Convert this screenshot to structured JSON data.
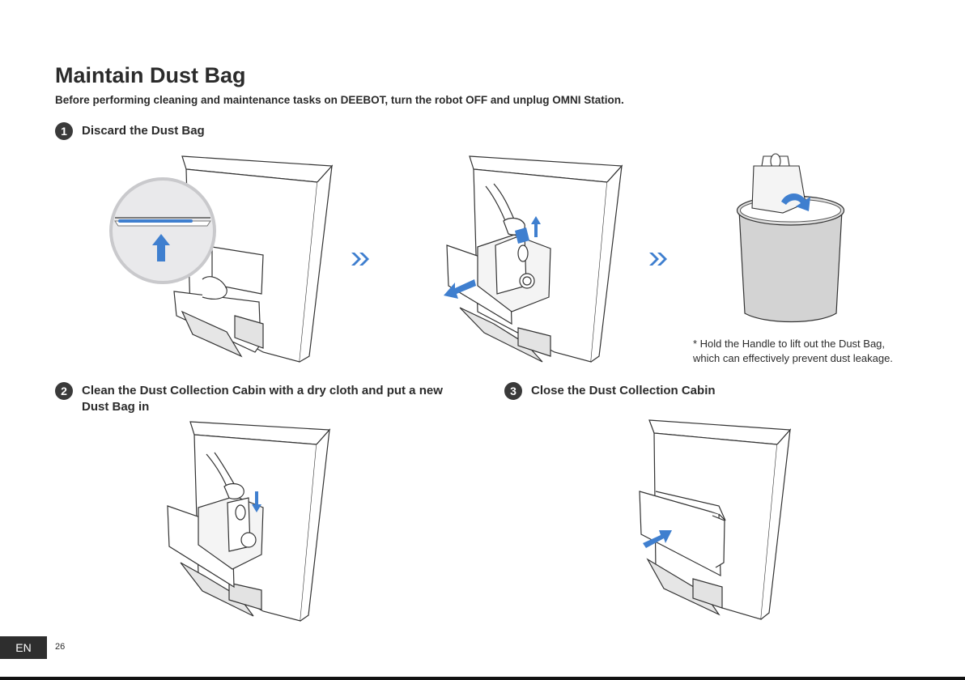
{
  "page": {
    "title": "Maintain Dust Bag",
    "subtitle": "Before performing cleaning and maintenance tasks on DEEBOT, turn the robot OFF and unplug OMNI Station."
  },
  "steps": [
    {
      "number": "1",
      "text": "Discard the Dust Bag"
    },
    {
      "number": "2",
      "text": "Clean the Dust Collection Cabin  with a dry cloth and put a new Dust Bag in"
    },
    {
      "number": "3",
      "text": "Close the Dust Collection Cabin"
    }
  ],
  "note": {
    "line1": "* Hold the Handle to lift out the Dust Bag,",
    "line2": "which can effectively prevent dust leakage."
  },
  "footer": {
    "lang": "EN",
    "page_number": "26"
  },
  "colors": {
    "accent": "#3f7fcf",
    "text": "#2b2b2b",
    "bin": "#d3d3d3"
  },
  "icons": [
    "arrow-up-icon",
    "double-chevron-right-icon",
    "arrow-left-icon",
    "rotate-arrow-icon",
    "arrow-down-icon",
    "arrow-right-icon"
  ]
}
